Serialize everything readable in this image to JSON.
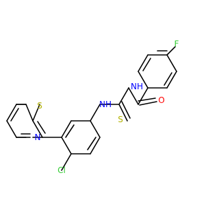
{
  "molecule": {
    "atoms": {
      "fluorine": {
        "symbol": "F",
        "color": "#33cc33"
      },
      "oxygen": {
        "symbol": "O",
        "color": "#ff0000"
      },
      "amide_nh": {
        "symbol": "NH",
        "color": "#0000ff"
      },
      "thio_nh": {
        "symbol": "NH",
        "color": "#0000ff"
      },
      "sulfur_thione": {
        "symbol": "S",
        "color": "#b2b200"
      },
      "sulfur_ring": {
        "symbol": "S",
        "color": "#b2b200"
      },
      "nitrogen_ring": {
        "symbol": "N",
        "color": "#0000ff"
      },
      "chlorine": {
        "symbol": "Cl",
        "color": "#33cc33"
      }
    }
  }
}
